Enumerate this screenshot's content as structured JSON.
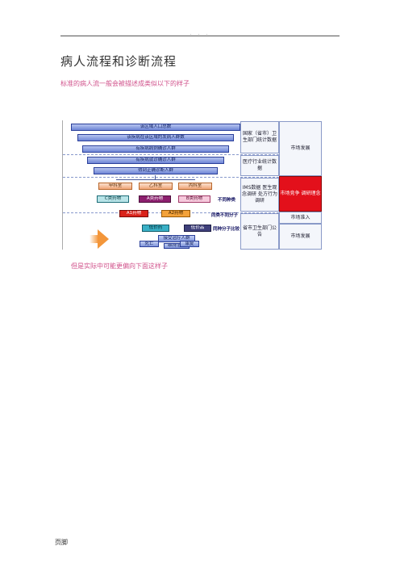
{
  "page": {
    "header_mark": ". . .",
    "title": "病人流程和诊断流程",
    "subtitle": "标准的病人流一般会被描述成类似以下的样子",
    "caption": "但是实际中可能更偏向下面这样子",
    "footer": "页脚"
  },
  "figure": {
    "funnel": [
      "该区域人口总数",
      "该疾病在该区域的发病人群数",
      "有疾病病例确诊人群",
      "有疾病就诊确诊人群",
      "得到正确诊断人群"
    ],
    "departments": [
      "甲科室",
      "乙科室",
      "丙科室"
    ],
    "drugs": [
      "C类药物",
      "A类药物",
      "B类药物"
    ],
    "molecules": [
      "A1药物",
      "A2药物"
    ],
    "formulations": [
      "低价药",
      "低价品"
    ],
    "treatment": [
      "接受治疗人群",
      "维持治疗"
    ],
    "outcomes": [
      "死亡",
      "康复",
      "出院",
      "转出"
    ],
    "side_labels": [
      "不同种类",
      "同类不同分子",
      "同种分子比较"
    ],
    "sources": [
      "国家（省市）卫生部门统计数据",
      "医疗行业统计数据",
      "IMS数据 医生观念调研 处方行为调研",
      "省市卫生部门公告"
    ],
    "stages": [
      "市场发展",
      "市场竞争 调研理念",
      "市场准入",
      "市场发展"
    ],
    "colors": {
      "highlight": "#e3101b",
      "funnel": "#7f94da",
      "accent_text": "#d0508a"
    }
  }
}
